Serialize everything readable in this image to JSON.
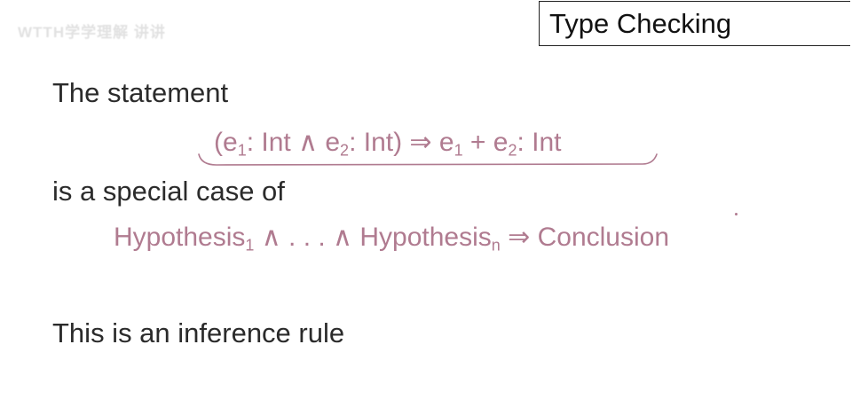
{
  "watermark": "WTTH学学理解 讲讲",
  "slide": {
    "title": "Type Checking",
    "line1": "The statement",
    "formula": {
      "open": "(e",
      "s1": "1",
      "a": ": Int ∧ e",
      "s2": "2",
      "b": ": Int)  ⇒  e",
      "s3": "1",
      "c": " + e",
      "s4": "2",
      "d": ": Int"
    },
    "line3": "is a special case of",
    "rule": {
      "h1": "Hypothesis",
      "s1": "1",
      "mid": " ∧ . . . ∧ Hypothesis",
      "sn": "n",
      "end": " ⇒ Conclusion"
    },
    "line5": "This is an inference rule"
  }
}
